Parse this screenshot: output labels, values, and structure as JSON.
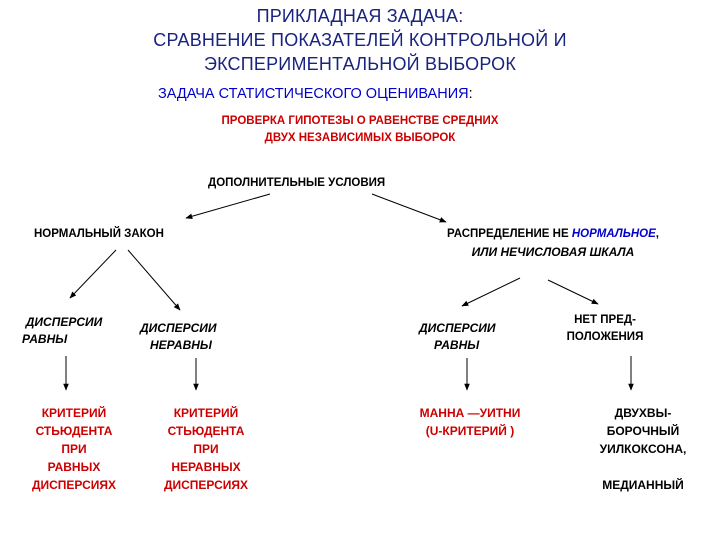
{
  "title": {
    "line1": "ПРИКЛАДНАЯ ЗАДАЧА:",
    "line2": "СРАВНЕНИЕ ПОКАЗАТЕЛЕЙ КОНТРОЛЬНОЙ И",
    "line3": "ЭКСПЕРИМЕНТАЛЬНОЙ ВЫБОРОК"
  },
  "task": {
    "label": "ЗАДАЧА СТАТИСТИЧЕСКОГО ОЦЕНИВАНИЯ",
    "colon": ":"
  },
  "hypothesis": {
    "line1": "ПРОВЕРКА ГИПОТЕЗЫ О РАВЕНСТВЕ СРЕДНИХ",
    "line2": "ДВУХ НЕЗАВИСИМЫХ ВЫБОРОК"
  },
  "conditions": "ДОПОЛНИТЕЛЬНЫЕ УСЛОВИЯ",
  "normal_law": "НОРМАЛЬНЫЙ ЗАКОН",
  "non_normal": {
    "part1": "РАСПРЕДЕЛЕНИЕ НЕ ",
    "emphasis": "НОРМАЛЬНОЕ",
    "part2": ",",
    "line2": "ИЛИ НЕЧИСЛОВАЯ ШКАЛА"
  },
  "nodes": {
    "equal_left": {
      "line1": "ДИСПЕРСИИ",
      "line2": "РАВНЫ"
    },
    "unequal": {
      "line1": "ДИСПЕРСИИ",
      "line2": "НЕРАВНЫ"
    },
    "equal_right": {
      "line1": "ДИСПЕРСИИ",
      "line2": "РАВНЫ"
    },
    "no_assumption": {
      "line1": "НЕТ ПРЕД-",
      "line2": "ПОЛОЖЕНИЯ"
    }
  },
  "results": {
    "student_equal": {
      "line1": "КРИТЕРИЙ",
      "line2": "СТЬЮДЕНТА",
      "line3": "ПРИ",
      "line4": "РАВНЫХ",
      "line5": "ДИСПЕРСИЯХ"
    },
    "student_unequal": {
      "line1": "КРИТЕРИЙ",
      "line2": "СТЬЮДЕНТА",
      "line3": "ПРИ",
      "line4": "НЕРАВНЫХ",
      "line5": "ДИСПЕРСИЯХ"
    },
    "mann_whitney": {
      "line1": "МАННА —УИТНИ",
      "line2": "(U-КРИТЕРИЙ )"
    },
    "wilcoxon": {
      "line1": "ДВУХВЫ-",
      "line2": "БОРОЧНЫЙ",
      "line3": "УИЛКОКСОНА,",
      "line4": "МЕДИАННЫЙ"
    }
  },
  "colors": {
    "title": "#1a237e",
    "subtitle": "#0000cc",
    "accent_red": "#cc0000",
    "text": "#000000"
  }
}
